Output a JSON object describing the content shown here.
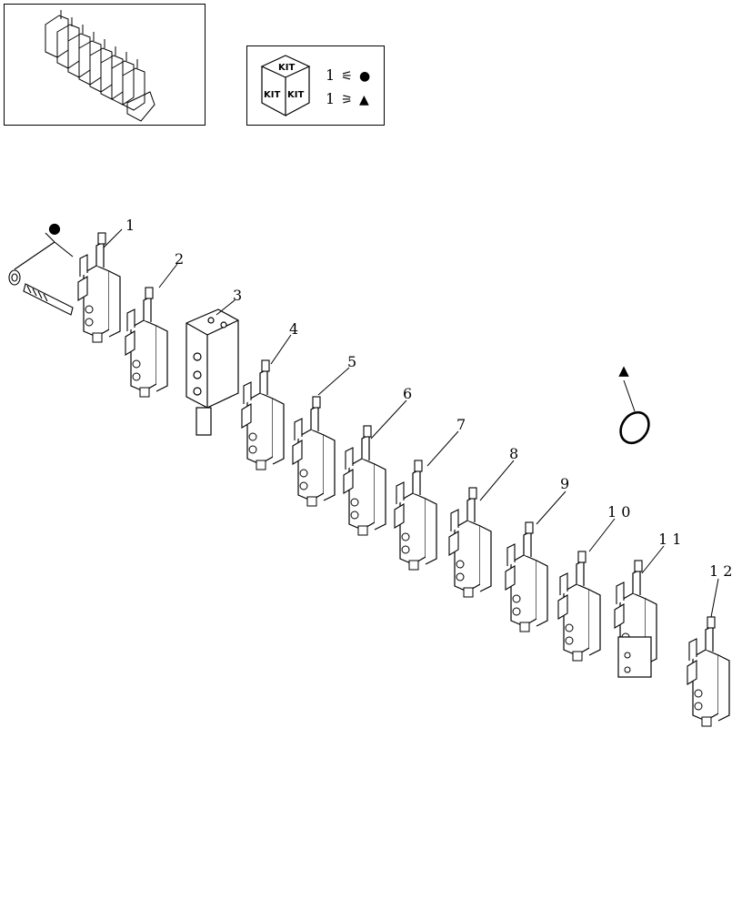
{
  "kit_legend": {
    "kit_label": "KIT",
    "rows": [
      {
        "qty": "1",
        "marker": "●",
        "marker_name": "circle"
      },
      {
        "qty": "1",
        "marker": "▲",
        "marker_name": "triangle"
      }
    ]
  },
  "callouts": [
    {
      "id": "1",
      "label": "1"
    },
    {
      "id": "2",
      "label": "2"
    },
    {
      "id": "3",
      "label": "3"
    },
    {
      "id": "4",
      "label": "4"
    },
    {
      "id": "5",
      "label": "5"
    },
    {
      "id": "6",
      "label": "6"
    },
    {
      "id": "7",
      "label": "7"
    },
    {
      "id": "8",
      "label": "8"
    },
    {
      "id": "9",
      "label": "9"
    },
    {
      "id": "10",
      "label": "1 0"
    },
    {
      "id": "11",
      "label": "1 1"
    },
    {
      "id": "12",
      "label": "1 2"
    }
  ],
  "markers": {
    "bolt_kit_marker": "●",
    "oring_kit_marker": "▲"
  }
}
